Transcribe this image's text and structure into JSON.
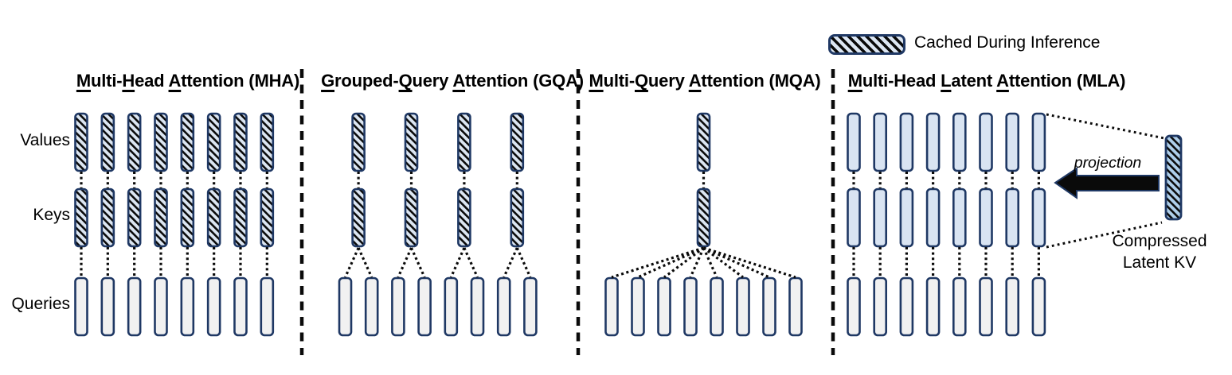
{
  "legend": {
    "label": "Cached During Inference",
    "swatch": "diagonal-hatch-bar"
  },
  "row_labels": [
    {
      "id": "values",
      "label": "Values"
    },
    {
      "id": "keys",
      "label": "Keys"
    },
    {
      "id": "queries",
      "label": "Queries"
    }
  ],
  "colors": {
    "border_navy": "#1F3864",
    "hatch_bg": "#DCE6F2",
    "latent_hatch_bg": "#AFCFEA",
    "mla_bar_fill": "#D9E4F2",
    "query_bar_fill": "#F1F1F1",
    "ink": "#0a0a0a"
  },
  "panels": [
    {
      "id": "mha",
      "title": "Multi-Head Attention (MHA)",
      "underline_indices": [
        0,
        6,
        11
      ],
      "num_value_heads": 8,
      "num_key_heads": 8,
      "num_query_heads": 8,
      "kv_style": "cached",
      "mapping": "one-to-one"
    },
    {
      "id": "gqa",
      "title": "Grouped-Query Attention (GQA)",
      "underline_indices": [
        0,
        8,
        14
      ],
      "num_value_heads": 4,
      "num_key_heads": 4,
      "num_query_heads": 8,
      "kv_style": "cached",
      "mapping": "grouped",
      "queries_per_group": 2
    },
    {
      "id": "mqa",
      "title": "Multi-Query Attention (MQA)",
      "underline_indices": [
        0,
        6,
        12
      ],
      "num_value_heads": 1,
      "num_key_heads": 1,
      "num_query_heads": 8,
      "kv_style": "cached",
      "mapping": "shared"
    },
    {
      "id": "mla",
      "title": "Multi-Head Latent Attention (MLA)",
      "underline_indices": [
        0,
        11,
        18
      ],
      "num_value_heads": 8,
      "num_key_heads": 8,
      "num_query_heads": 8,
      "kv_style": "latent",
      "mapping": "one-to-one",
      "annotations": {
        "projection_label": "projection",
        "latent_label": "Compressed\nLatent KV"
      }
    }
  ]
}
